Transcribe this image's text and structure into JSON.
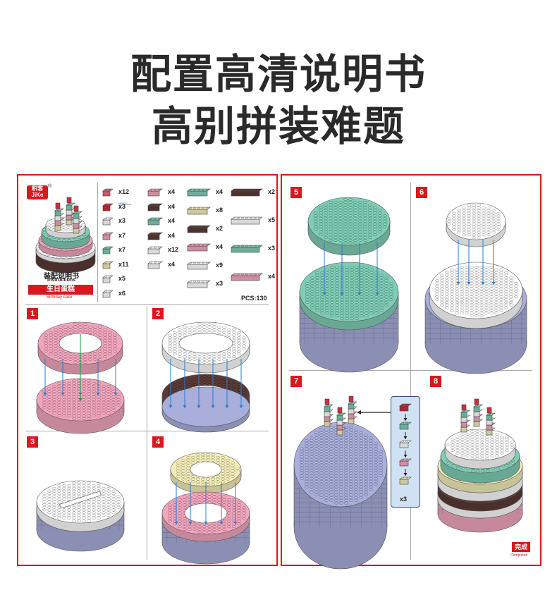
{
  "headline": {
    "line1": "配置高清说明书",
    "line2": "高别拼装难题"
  },
  "cover": {
    "logo_text": "积客",
    "logo_en": "JiKe",
    "registered": "®",
    "manual_cn": "装配说明书",
    "manual_en": "Instructions",
    "product_cn": "生日蛋糕",
    "product_en": "Birthday cake",
    "pcs": "PCS:130",
    "clear_note": "透明 Clear"
  },
  "parts": [
    {
      "qty": "x12",
      "color": "#e66a79"
    },
    {
      "qty": "x3",
      "color": "#c9303c"
    },
    {
      "qty": "x3",
      "color": "#ffffff"
    },
    {
      "qty": "x7",
      "color": "#f2a6bd"
    },
    {
      "qty": "x7",
      "color": "#7fcdb5"
    },
    {
      "qty": "x11",
      "color": "#f3ecb8"
    },
    {
      "qty": "x5",
      "color": "#ffffff"
    },
    {
      "qty": "x6",
      "color": "#ffffff"
    },
    {
      "qty": "x4",
      "color": "#f2a6bd"
    },
    {
      "qty": "x4",
      "color": "#5a3b36"
    },
    {
      "qty": "x4",
      "color": "#7fcdb5"
    },
    {
      "qty": "x4",
      "color": "#5a3b36"
    },
    {
      "qty": "x12",
      "color": "#ffffff"
    },
    {
      "qty": "x4",
      "color": "#ffffff"
    },
    {
      "qty": "x4",
      "color": "#7fcdb5"
    },
    {
      "qty": "x8",
      "color": "#f3ecb8"
    },
    {
      "qty": "x2",
      "color": "#5a3b36"
    },
    {
      "qty": "x4",
      "color": "#f2a6bd"
    },
    {
      "qty": "x9",
      "color": "#ffffff"
    },
    {
      "qty": "x3",
      "color": "#ffffff"
    },
    {
      "qty": "x2",
      "color": "#5a3b36"
    },
    {
      "qty": "x5",
      "color": "#ffffff"
    },
    {
      "qty": "x3",
      "color": "#7fcdb5"
    },
    {
      "qty": "x4",
      "color": "#f2a6bd"
    }
  ],
  "steps": [
    "1",
    "2",
    "3",
    "4",
    "5",
    "6",
    "7",
    "8"
  ],
  "callout_qty": "x3",
  "completed": {
    "cn": "完成",
    "en": "Completed"
  },
  "colors": {
    "accent": "#d7191f",
    "lavender": "#a9aedb",
    "pink": "#f2a6bd",
    "mint": "#7fcdb5",
    "cream": "#f3ecb8",
    "chocolate": "#5a3b36",
    "white": "#ffffff",
    "candle_red": "#c9303c"
  }
}
